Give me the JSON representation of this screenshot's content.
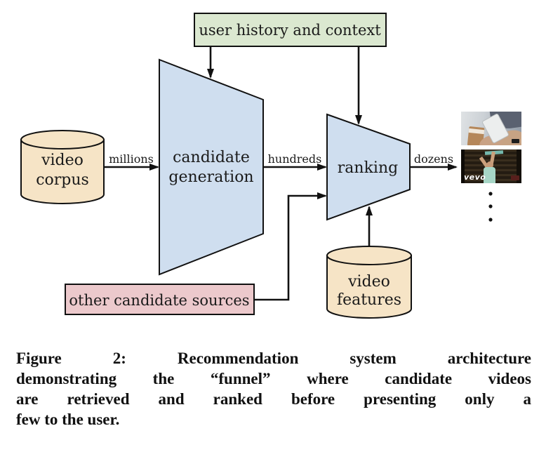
{
  "figure": {
    "boxes": {
      "user_history": {
        "label": "user history and context",
        "fill": "#dbe8d0"
      },
      "other_sources": {
        "label": "other candidate sources",
        "fill": "#ecc9cc"
      }
    },
    "shapes": {
      "video_corpus": {
        "line1": "video",
        "line2": "corpus",
        "fill": "#f6e4c6"
      },
      "candidate_generation": {
        "line1": "candidate",
        "line2": "generation",
        "fill": "#cfdeef"
      },
      "ranking": {
        "label": "ranking",
        "fill": "#cfdeef"
      },
      "video_features": {
        "line1": "video",
        "line2": "features",
        "fill": "#f6e4c6"
      }
    },
    "edge_labels": {
      "millions": "millions",
      "hundreds": "hundreds",
      "dozens": "dozens"
    },
    "thumbnails": {
      "vevo_logo": "vevo"
    },
    "colors": {
      "stroke": "#111111"
    }
  },
  "caption": {
    "lines": [
      "Figure 2:  Recommendation system architecture",
      "demonstrating the “funnel” where candidate videos",
      "are retrieved and ranked before presenting only a",
      "few to the user."
    ]
  }
}
